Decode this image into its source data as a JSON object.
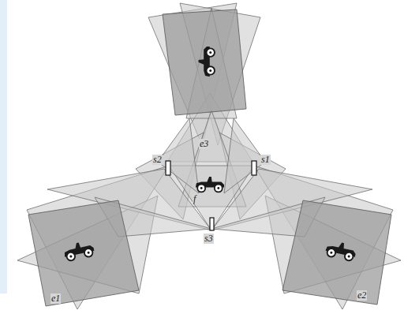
{
  "diagram": {
    "labels": [
      "e3",
      "s2",
      "s1",
      "f",
      "s3",
      "e1",
      "e2"
    ]
  }
}
